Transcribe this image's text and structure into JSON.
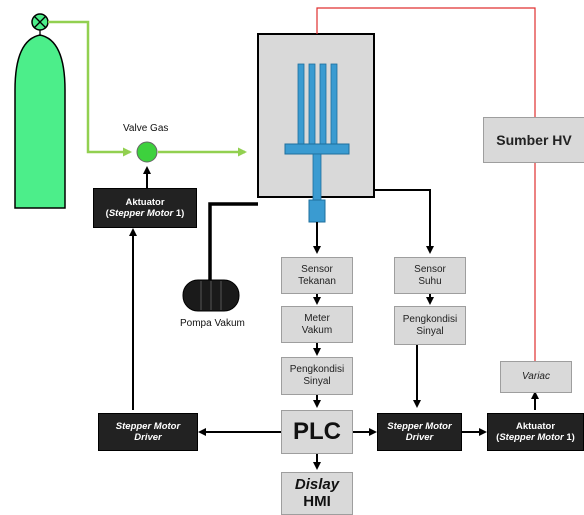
{
  "labels": {
    "valve_gas": "Valve Gas",
    "pompa_vakum": "Pompa Vakum",
    "sumber_hv": "Sumber HV",
    "variac": "Variac",
    "plc": "PLC",
    "display_line1": "Dislay",
    "display_line2": "HMI"
  },
  "aktuator_left": {
    "line1": "Aktuator",
    "line2_italic": "Stepper Motor",
    "line2_suffix": " 1)",
    "line2_prefix": "("
  },
  "aktuator_right": {
    "line1": "Aktuator",
    "line2_italic": "Stepper Motor",
    "line2_suffix": " 1)",
    "line2_prefix": "("
  },
  "sensor_tekanan": {
    "line1": "Sensor",
    "line2": "Tekanan"
  },
  "meter_vakum": {
    "line1": "Meter",
    "line2": "Vakum"
  },
  "pengkondisi_sinyal_1": {
    "line1": "Pengkondisi",
    "line2": "Sinyal"
  },
  "sensor_suhu": {
    "line1": "Sensor",
    "line2": "Suhu"
  },
  "pengkondisi_sinyal_2": {
    "line1": "Pengkondisi",
    "line2": "Sinyal"
  },
  "driver_left": {
    "line1": "Stepper Motor",
    "line2": "Driver"
  },
  "driver_right": {
    "line1": "Stepper Motor",
    "line2": "Driver"
  },
  "colors": {
    "gas_line": "#92d050",
    "cylinder": "#4cee8a",
    "chamber": "#d9d9d9",
    "electrode": "#3a9bd1",
    "hv_line": "#e03030",
    "dark_box": "#222222",
    "light_box": "#d9d9d9"
  }
}
